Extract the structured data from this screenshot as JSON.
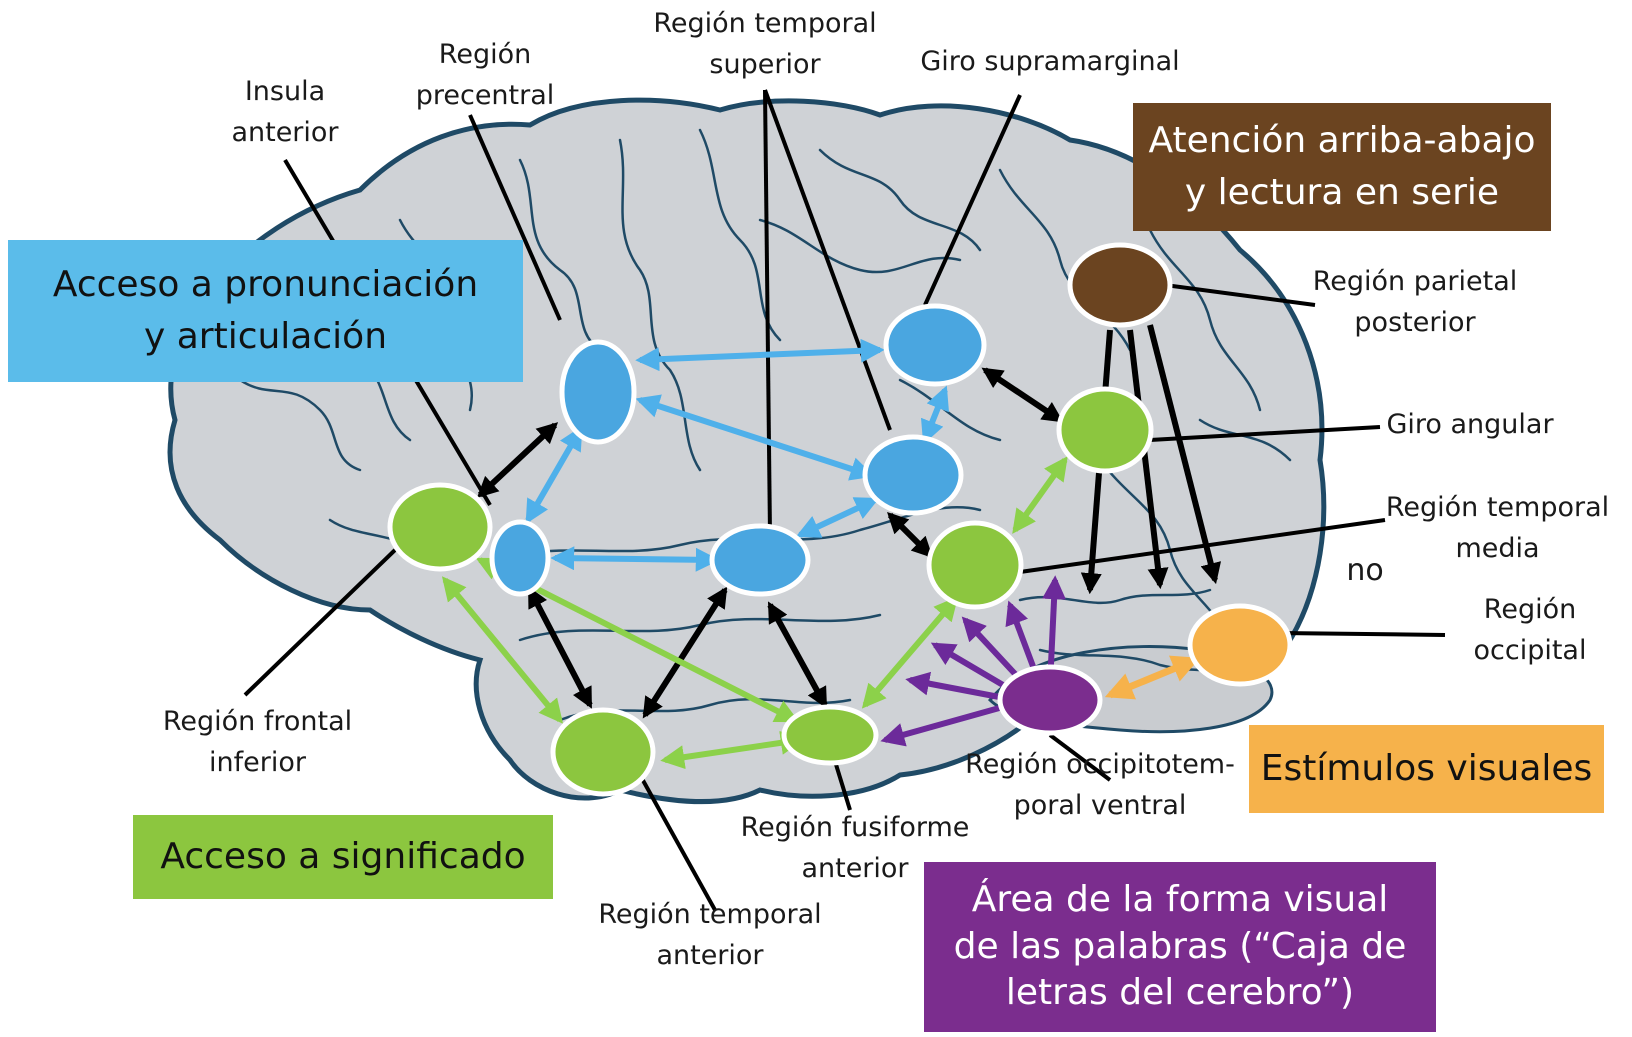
{
  "colors": {
    "brain_fill": "#cfd2d6",
    "brain_stroke": "#1f4a66",
    "blue": "#4aa6e0",
    "green": "#8cc63f",
    "purple": "#7b2d8e",
    "brown": "#6b4420",
    "orange": "#f6b24b",
    "black": "#000000",
    "arrow_blue": "#4fb0ea",
    "arrow_green": "#8cd14a",
    "arrow_purple": "#6c2a9a"
  },
  "boxes": {
    "pronunciation": {
      "lines": [
        "Acceso a pronunciación",
        "y articulación"
      ],
      "bg": "#5bbcea",
      "fg": "#111111"
    },
    "meaning": {
      "lines": [
        "Acceso a significado"
      ],
      "bg": "#8cc63f",
      "fg": "#111111"
    },
    "attention": {
      "lines": [
        "Atención arriba-abajo",
        "y lectura en serie"
      ],
      "bg": "#6b4420",
      "fg": "#ffffff"
    },
    "visual": {
      "lines": [
        "Estímulos visuales"
      ],
      "bg": "#f6b24b",
      "fg": "#111111"
    },
    "vwfa": {
      "lines": [
        "Área de la forma visual",
        "de las palabras (“Caja de",
        "letras del cerebro”)"
      ],
      "bg": "#7b2d8e",
      "fg": "#ffffff"
    }
  },
  "labels": {
    "insula": [
      "Insula",
      "anterior"
    ],
    "precentral": [
      "Región",
      "precentral"
    ],
    "temporal_superior": [
      "Región temporal",
      "superior"
    ],
    "supramarginal": [
      "Giro supramarginal"
    ],
    "parietal": [
      "Región parietal",
      "posterior"
    ],
    "angular": [
      "Giro angular"
    ],
    "temporal_media": [
      "Región temporal",
      "media"
    ],
    "occipital": [
      "Región",
      "occipital"
    ],
    "frontal_inferior": [
      "Región frontal",
      "inferior"
    ],
    "fusiforme": [
      "Región fusiforme",
      "anterior"
    ],
    "temporal_anterior": [
      "Región temporal",
      "anterior"
    ],
    "occipitotemporal": [
      "Región occipitotem-",
      "poral ventral"
    ],
    "fragment": [
      "no"
    ]
  }
}
